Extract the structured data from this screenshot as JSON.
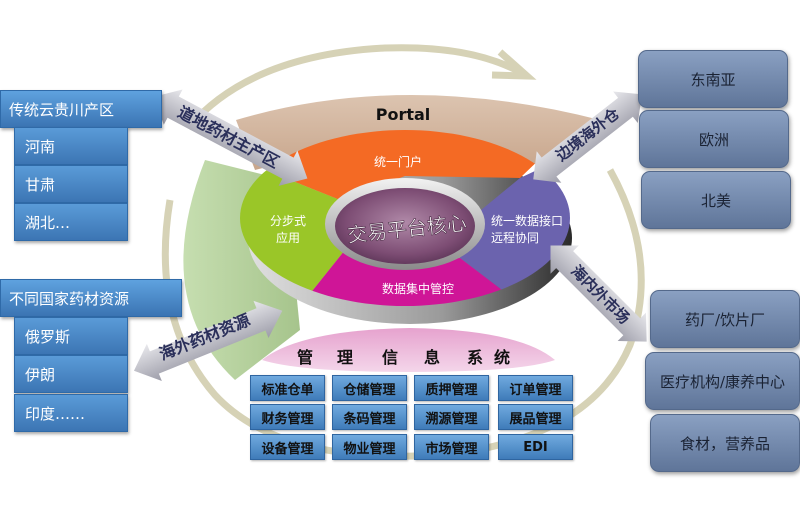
{
  "left_groups": [
    {
      "header": "传统云贵川产区",
      "items": [
        "河南",
        "甘肃",
        "湖北…"
      ]
    },
    {
      "header": "不同国家药材资源",
      "items": [
        "俄罗斯",
        "伊朗",
        "印度……"
      ]
    }
  ],
  "right_groups": [
    {
      "items": [
        "东南亚",
        "欧洲",
        "北美"
      ]
    },
    {
      "items": [
        "药厂/饮片厂",
        "医疗机构/康养中心",
        "食材，营养品"
      ]
    }
  ],
  "arrows": {
    "top_left": "道地药材主产区",
    "bottom_left": "海外药材资源",
    "top_right": "边境海外仓",
    "bottom_right": "海内外市场"
  },
  "core": {
    "portal": "Portal",
    "center": "交易平台核心",
    "segments": {
      "top": "统一门户",
      "left_line1": "分步式",
      "left_line2": "应用",
      "right_line1": "统一数据接口",
      "right_line2": "远程协同",
      "bottom": "数据集中管控"
    }
  },
  "mis": {
    "title_chars": [
      "管",
      "理",
      "信",
      "息",
      "系",
      "统"
    ],
    "modules": [
      [
        "标准仓单",
        "仓储管理",
        "质押管理",
        "订单管理"
      ],
      [
        "财务管理",
        "条码管理",
        "溯源管理",
        "展品管理"
      ],
      [
        "设备管理",
        "物业管理",
        "市场管理",
        "EDI"
      ]
    ]
  },
  "colors": {
    "portal": "#d4b9a4",
    "top_segment": "#f46a24",
    "left_segment": "#9ac628",
    "right_segment": "#6b63ae",
    "bottom_segment": "#cf1597",
    "hub": "#8c5a82",
    "cycle_arrow": "#d4cfb4",
    "left_box": "#4a8bcb",
    "right_box": "#7186a9"
  }
}
